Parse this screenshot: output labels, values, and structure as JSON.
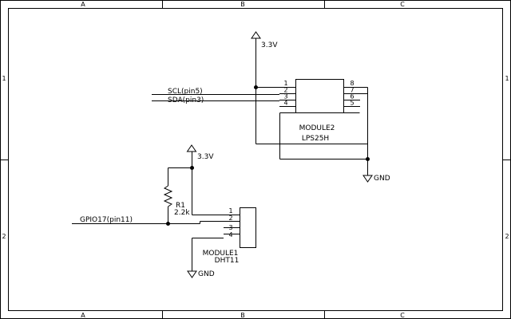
{
  "frame": {
    "columns": [
      "A",
      "B",
      "C"
    ],
    "rows": [
      "1",
      "2"
    ]
  },
  "lps25h": {
    "ref": "MODULE2",
    "name": "LPS25H",
    "left_pins": [
      "1",
      "2",
      "3",
      "4"
    ],
    "right_pins": [
      "8",
      "7",
      "6",
      "5"
    ],
    "power_label": "3.3V",
    "ground_label": "GND"
  },
  "dht11": {
    "ref": "MODULE1",
    "name": "DHT11",
    "pins": [
      "1",
      "2",
      "3",
      "4"
    ],
    "power_label": "3.3V",
    "ground_label": "GND"
  },
  "resistor": {
    "ref": "R1",
    "value": "2.2k"
  },
  "nets": {
    "scl": "SCL(pin5)",
    "sda": "SDA(pin3)",
    "gpio": "GPIO17(pin11)"
  }
}
